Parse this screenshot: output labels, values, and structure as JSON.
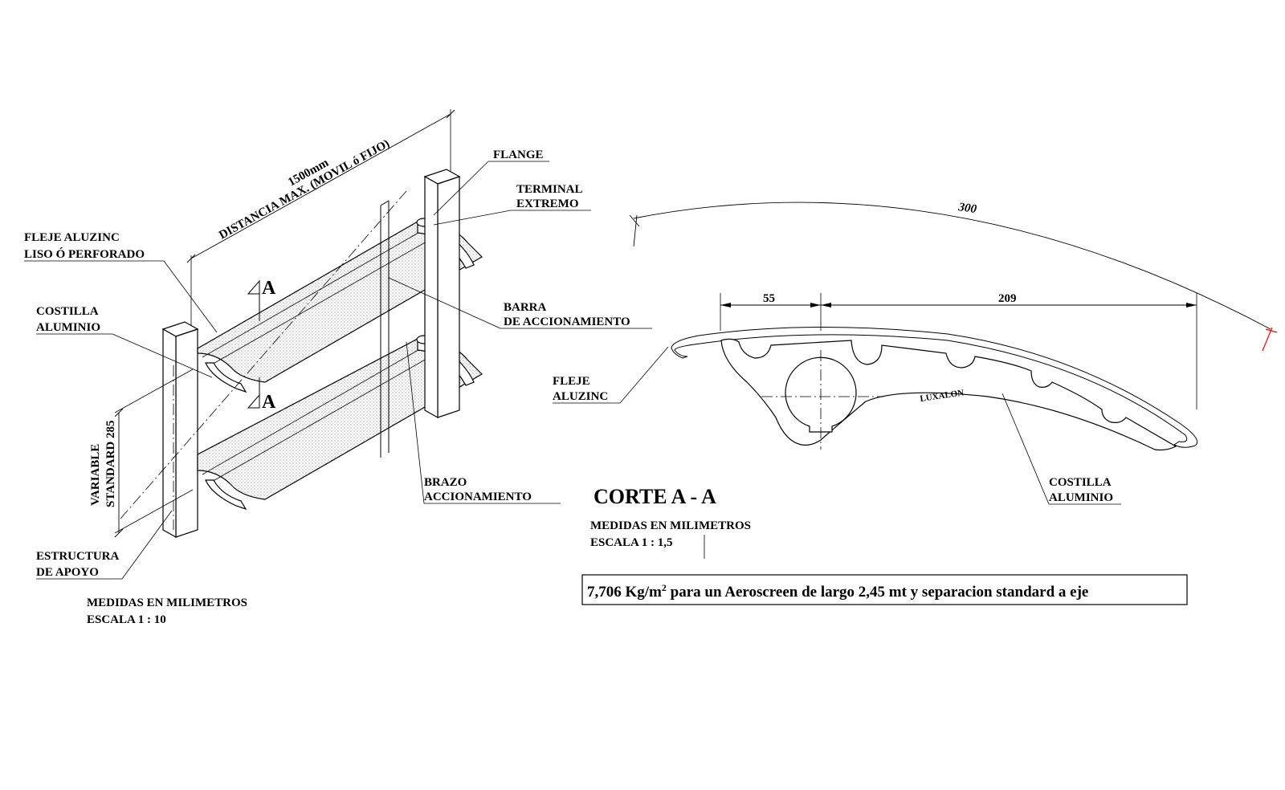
{
  "isometric_view": {
    "dimension_1": "1500mm",
    "dimension_2": "DISTANCIA MAX. (MOVIL ó FIJO)",
    "labels": {
      "fleje_line1": "FLEJE ALUZINC",
      "fleje_line2": "LISO Ó PERFORADO",
      "costilla_line1": "COSTILLA",
      "costilla_line2": "ALUMINIO",
      "estructura_line1": "ESTRUCTURA",
      "estructura_line2": "DE APOYO",
      "flange": "FLANGE",
      "terminal_line1": "TERMINAL",
      "terminal_line2": "EXTREMO",
      "barra_line1": "BARRA",
      "barra_line2": "DE ACCIONAMIENTO",
      "brazo_line1": "BRAZO",
      "brazo_line2": "ACCIONAMIENTO",
      "variable_line1": "VARIABLE",
      "variable_line2": "STANDARD 285",
      "section_mark_top": "A",
      "section_mark_bottom": "A"
    },
    "units_line1": "MEDIDAS EN MILIMETROS",
    "units_line2": "ESCALA 1 : 10"
  },
  "section_view": {
    "dim_arc": "300",
    "dim_left": "55",
    "dim_right": "209",
    "fleje_line1": "FLEJE",
    "fleje_line2": "ALUZINC",
    "costilla_line1": "COSTILLA",
    "costilla_line2": "ALUMINIO",
    "brand": "LUXALON",
    "title": "CORTE  A - A",
    "units_line1": "MEDIDAS EN MILIMETROS",
    "units_line2": "ESCALA 1 : 1,5"
  },
  "note": {
    "value": "7,706 Kg/m",
    "superscript": "2",
    "rest": " para un Aeroscreen de largo 2,45 mt y separacion standard a eje"
  },
  "colors": {
    "line": "#000000",
    "accent_marker": "#ff0000",
    "background": "#ffffff"
  }
}
